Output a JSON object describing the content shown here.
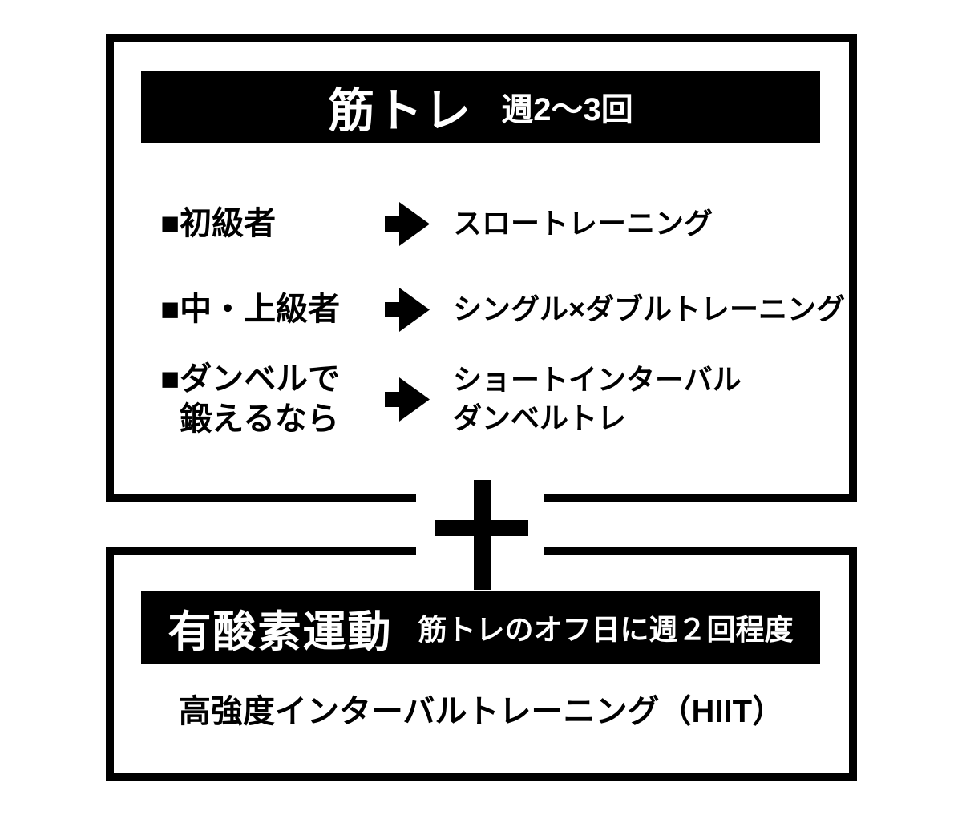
{
  "colors": {
    "black": "#000000",
    "white": "#ffffff"
  },
  "icons": {
    "arrow": "right-arrow-icon",
    "plus": "plus-icon",
    "bullet": "square-bullet-icon"
  },
  "top_box": {
    "header": {
      "title": "筋トレ",
      "subtitle": "週2〜3回"
    },
    "rows": [
      {
        "bullet": "■",
        "label": "初級者",
        "result": "スロートレーニング"
      },
      {
        "bullet": "■",
        "label": "中・上級者",
        "result": "シングル×ダブルトレーニング"
      },
      {
        "bullet": "■",
        "label": "ダンベルで\n鍛えるなら",
        "result": "ショートインターバル\nダンベルトレ"
      }
    ]
  },
  "connector": {
    "symbol": "＋"
  },
  "bottom_box": {
    "header": {
      "title": "有酸素運動",
      "subtitle": "筋トレのオフ日に週２回程度"
    },
    "body": "高強度インターバルトレーニング（HIIT）"
  }
}
